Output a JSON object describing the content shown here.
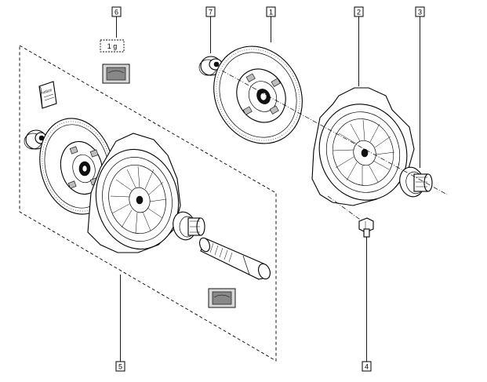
{
  "callouts": {
    "c1": "1",
    "c2": "2",
    "c3": "3",
    "c4": "4",
    "c5": "5",
    "c6": "6",
    "c7": "7"
  },
  "grease_label": "1 g",
  "booklet_label": "notice"
}
